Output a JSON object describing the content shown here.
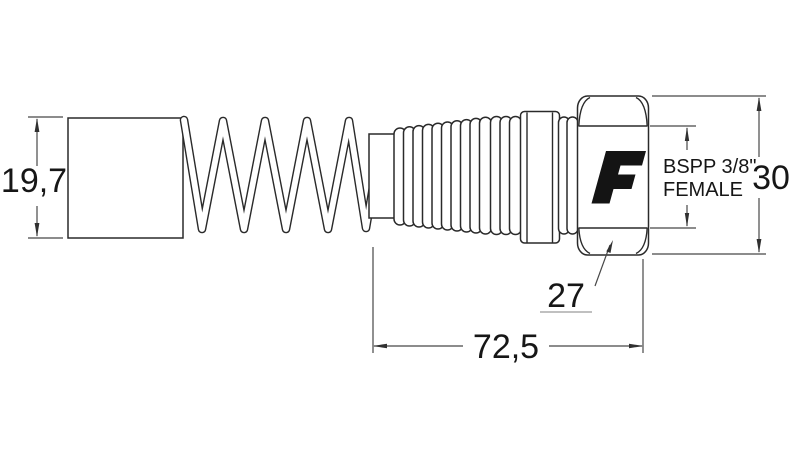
{
  "colors": {
    "background": "#ffffff",
    "outline": "#2a2a2a",
    "dimension_line": "#474747",
    "text": "#161616",
    "logo_fill": "#141414"
  },
  "part": {
    "logo_letter": "F"
  },
  "dimensions": {
    "spring_guard_od": "19,7",
    "hex_height": "30",
    "hex_across_flats": "27",
    "overall_length": "72,5",
    "thread_line1": "BSPP 3/8\"",
    "thread_line2": "FEMALE"
  }
}
